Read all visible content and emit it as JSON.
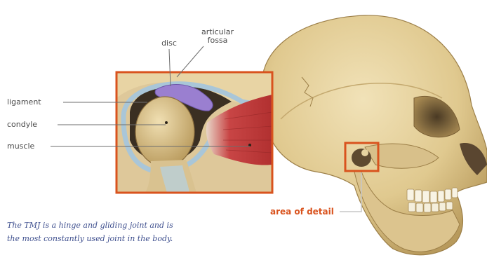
{
  "labels": {
    "disc": "disc",
    "articular_fossa": "articular\nfossa",
    "ligament": "ligament",
    "condyle": "condyle",
    "muscle": "muscle",
    "area_of_detail": "area of detail"
  },
  "caption": {
    "line1": "The TMJ is a hinge and gliding joint and is",
    "line2": "the most constantly used joint in the body."
  },
  "colors": {
    "accent": "#d9531e",
    "bone": "#e6d3a0",
    "disc": "#9a7fd0",
    "muscle": "#c23b3b",
    "ligament": "#a9c6d8",
    "caption": "#3e4f8e"
  }
}
